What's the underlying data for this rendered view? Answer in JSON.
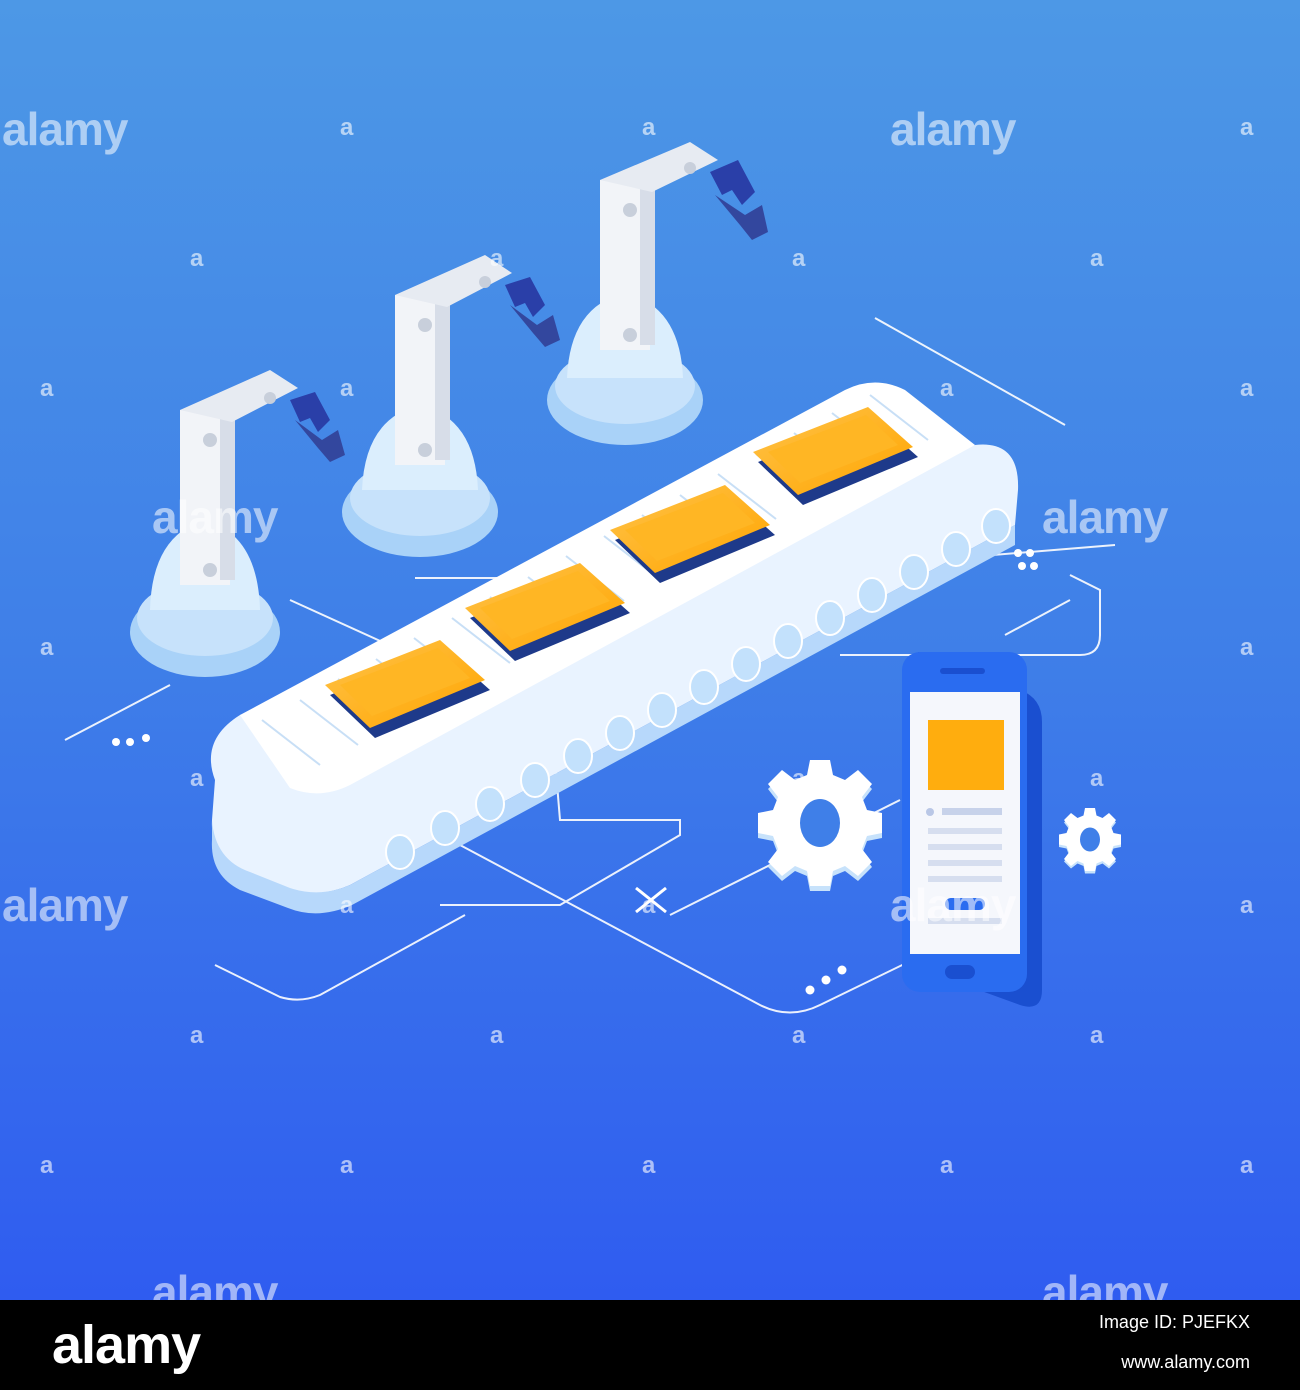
{
  "watermark": {
    "word": "alamy",
    "letter": "a"
  },
  "footer": {
    "brand": "alamy",
    "image_code": "Image ID: PJEFKX",
    "url": "www.alamy.com"
  },
  "colors": {
    "bg_top": "#4d98e6",
    "bg_bottom": "#2f5cf0",
    "chip": "#ffad0e",
    "belt": "#eef5ff",
    "robot_base": "#a9d2f8",
    "gripper": "#2a3fa8",
    "phone_body": "#1f63e6",
    "footer_bg": "#000000"
  },
  "icons": [
    "robot-arm-icon",
    "conveyor-belt-icon",
    "microchip-icon",
    "gear-icon",
    "smartphone-icon"
  ]
}
